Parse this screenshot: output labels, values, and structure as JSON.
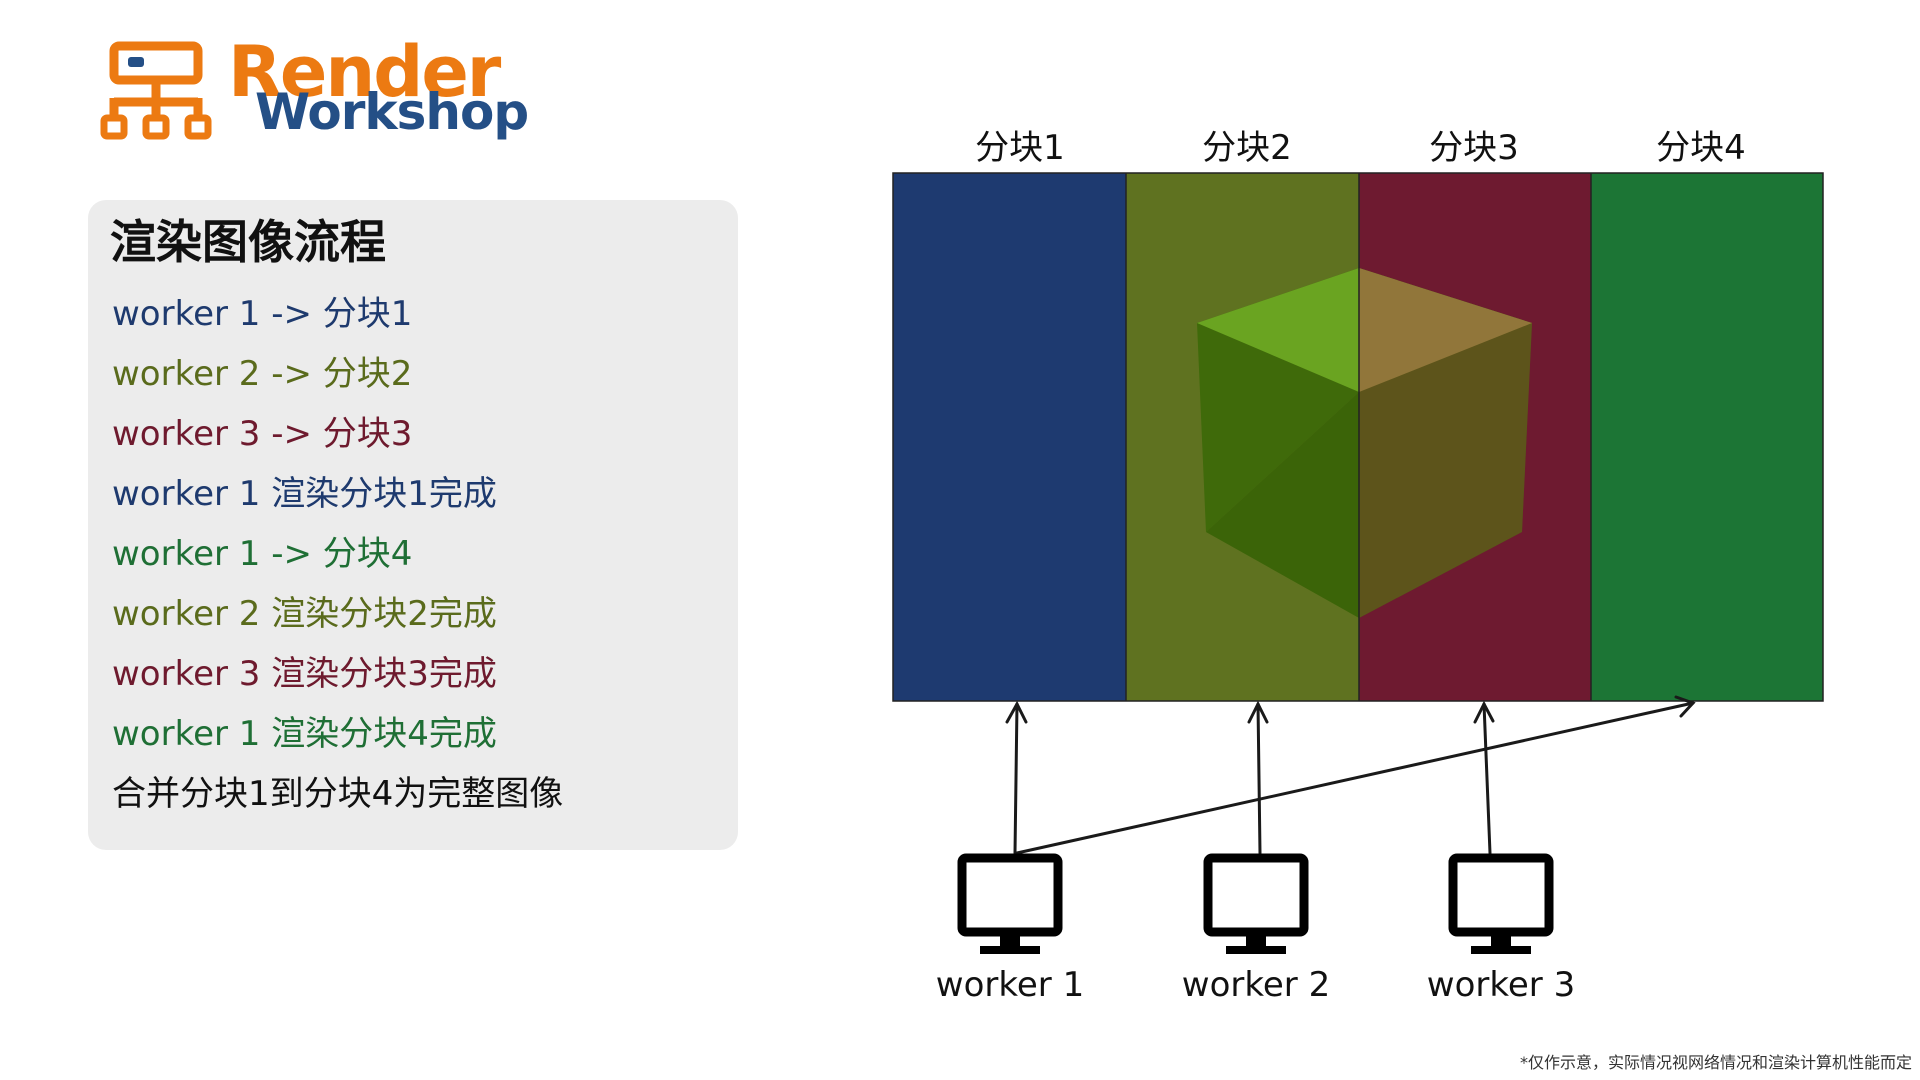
{
  "logo": {
    "line1": "Render",
    "line2": "Workshop"
  },
  "panel": {
    "title": "渲染图像流程",
    "steps": [
      {
        "text": "worker 1 -> 分块1",
        "color": "#1e3a6e"
      },
      {
        "text": "worker 2 -> 分块2",
        "color": "#5a6b1c"
      },
      {
        "text": "worker 3 -> 分块3",
        "color": "#6e1a2e"
      },
      {
        "text": "worker 1 渲染分块1完成",
        "color": "#1e3a6e"
      },
      {
        "text": "worker 1 -> 分块4",
        "color": "#1f6f35"
      },
      {
        "text": "worker 2 渲染分块2完成",
        "color": "#5a6b1c"
      },
      {
        "text": "worker 3 渲染分块3完成",
        "color": "#6e1a2e"
      },
      {
        "text": "worker 1 渲染分块4完成",
        "color": "#1f6f35"
      },
      {
        "text": "合并分块1到分块4为完整图像",
        "color": "#111111"
      }
    ]
  },
  "tiles": [
    {
      "label": "分块1",
      "color": "#1e3a70"
    },
    {
      "label": "分块2",
      "color": "#5f7220"
    },
    {
      "label": "分块3",
      "color": "#6e1a30"
    },
    {
      "label": "分块4",
      "color": "#1c7535"
    }
  ],
  "workers": [
    {
      "label": "worker 1",
      "icon": "monitor-icon"
    },
    {
      "label": "worker 2",
      "icon": "monitor-icon"
    },
    {
      "label": "worker 3",
      "icon": "monitor-icon"
    }
  ],
  "colors": {
    "brand_orange": "#ec7a12",
    "brand_blue": "#244f86",
    "panel_bg": "#ececec"
  },
  "footnote": "*仅作示意，实际情况视网络情况和渲染计算机性能而定"
}
